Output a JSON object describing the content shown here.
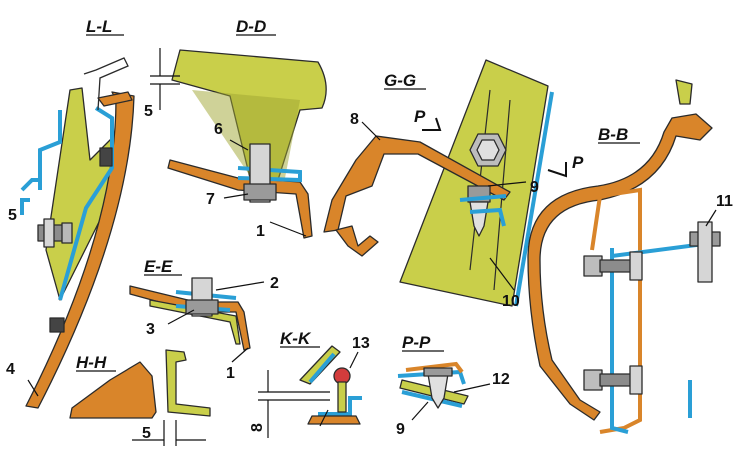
{
  "sections": {
    "ll": "L-L",
    "dd": "D-D",
    "gg": "G-G",
    "bb": "B-B",
    "ee": "E-E",
    "hh": "H-H",
    "kk": "K-K",
    "pp": "P-P"
  },
  "callouts": {
    "n1a": "1",
    "n1b": "1",
    "n2": "2",
    "n3": "3",
    "n4": "4",
    "n5": "5",
    "n6": "6",
    "n7": "7",
    "n8": "8",
    "n9a": "9",
    "n9b": "9",
    "n10": "10",
    "n11": "11",
    "n12": "12",
    "n13": "13"
  },
  "dimensions": {
    "dd_gap": "5",
    "hh_gap": "5",
    "kk_gap": "8"
  },
  "view_markers": {
    "p1": "P",
    "p2": "P"
  },
  "colors": {
    "panel_yellow": "#c9cf4a",
    "panel_orange": "#d9852a",
    "bracket_blue": "#2a9fd6",
    "outline": "#2b2b2b"
  }
}
